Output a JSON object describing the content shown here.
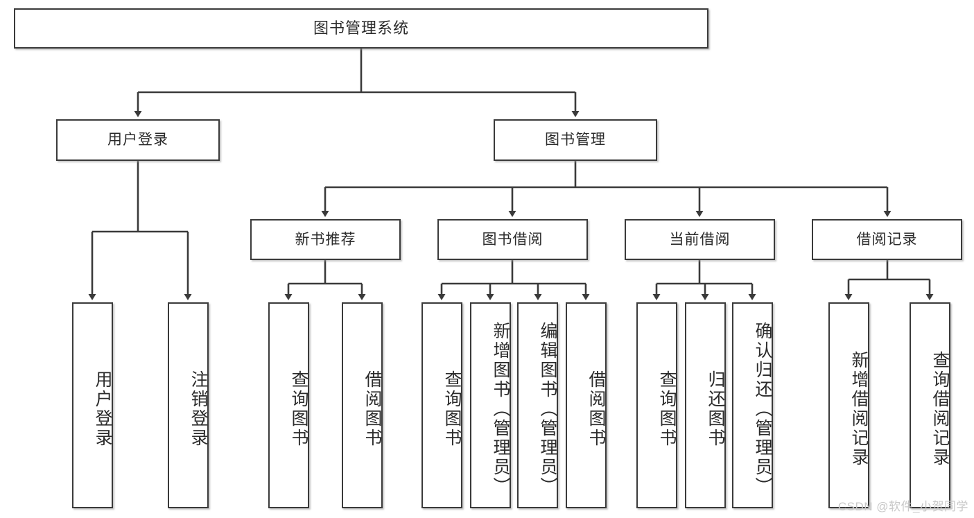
{
  "diagram": {
    "type": "tree",
    "title": "图书管理系统",
    "root": {
      "label": "图书管理系统"
    },
    "level2": [
      {
        "label": "用户登录"
      },
      {
        "label": "图书管理"
      }
    ],
    "level3": [
      {
        "label": "新书推荐"
      },
      {
        "label": "图书借阅"
      },
      {
        "label": "当前借阅"
      },
      {
        "label": "借阅记录"
      }
    ],
    "leaves": {
      "user_login": [
        {
          "label": "用户登录"
        },
        {
          "label": "注销登录"
        }
      ],
      "new_book": [
        {
          "label": "查询图书"
        },
        {
          "label": "借阅图书"
        }
      ],
      "book_borrow": [
        {
          "label": "查询图书"
        },
        {
          "label": "新增图书（管理员）"
        },
        {
          "label": "编辑图书（管理员）"
        },
        {
          "label": "借阅图书"
        }
      ],
      "current_borrow": [
        {
          "label": "查询图书"
        },
        {
          "label": "归还图书"
        },
        {
          "label": "确认归还（管理员）"
        }
      ],
      "borrow_record": [
        {
          "label": "新增借阅记录"
        },
        {
          "label": "查询借阅记录"
        }
      ]
    }
  },
  "watermark": {
    "text": "CSDN @软件_小贺同学"
  },
  "colors": {
    "box_border": "#3a3a3a",
    "box_fill": "#ffffff",
    "connector": "#3a3a3a",
    "text": "#2b2b2b",
    "watermark": "#c8c8c8"
  }
}
